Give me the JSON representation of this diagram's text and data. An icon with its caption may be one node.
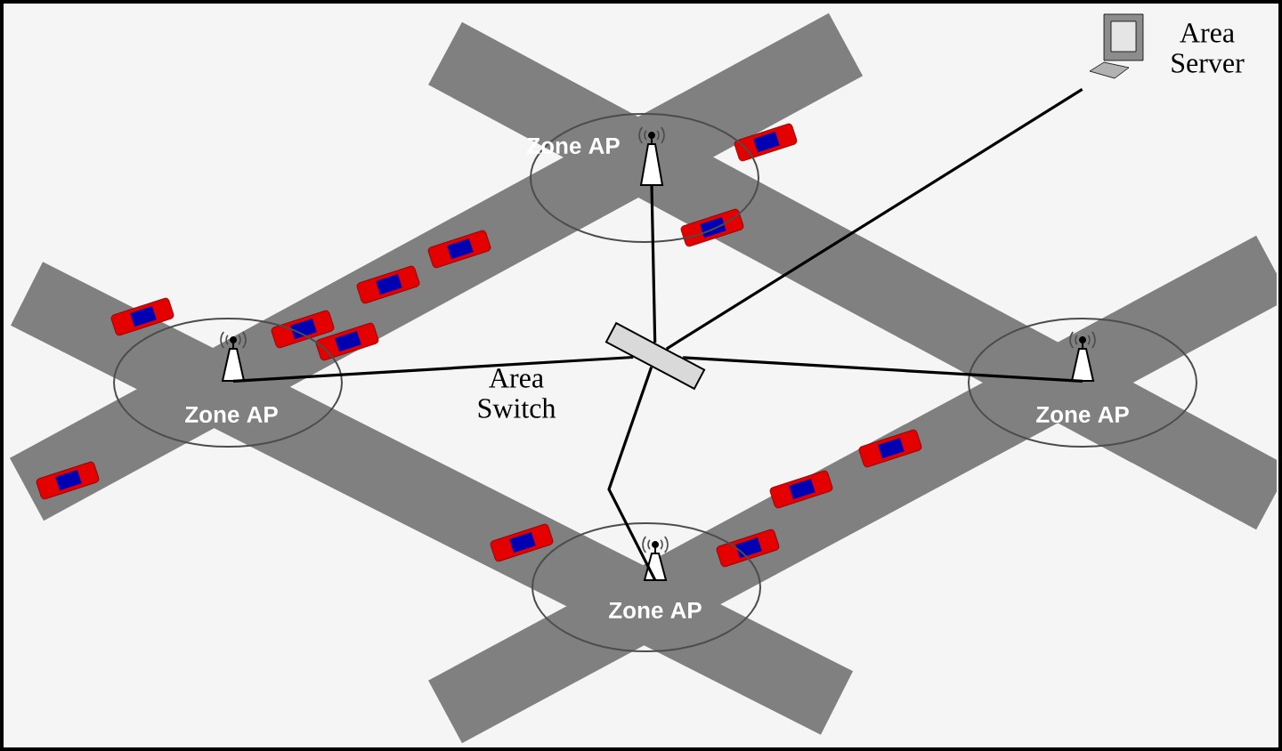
{
  "diagram": {
    "nodes": [
      {
        "text": [
          "Zone AP"
        ]
      },
      {
        "text": [],
        "shape": "picture",
        "in": 0
      },
      {
        "text": [],
        "shape": "picture",
        "beside": [
          "Area Server"
        ]
      },
      {
        "text": [
          "Zone AP"
        ]
      },
      {
        "text": [],
        "shape": "picture",
        "in": 3
      },
      {
        "text": [],
        "shape": "picture",
        "beside": [
          "Area Switch"
        ]
      },
      {
        "text": [
          "Zone AP"
        ]
      },
      {
        "text": [],
        "shape": "picture",
        "in": 6
      },
      {
        "text": [
          "Zone AP"
        ]
      },
      {
        "text": [],
        "shape": "picture",
        "in": 8
      }
    ],
    "edges": [
      {
        "from": 5,
        "to": 1,
        "arrow": "none"
      },
      {
        "from": 5,
        "to": 2,
        "arrow": "none"
      },
      {
        "from": 5,
        "to": 4,
        "arrow": "none"
      },
      {
        "from": 5,
        "to": 7,
        "arrow": "none"
      },
      {
        "from": 5,
        "to": 9,
        "arrow": "none"
      }
    ]
  }
}
